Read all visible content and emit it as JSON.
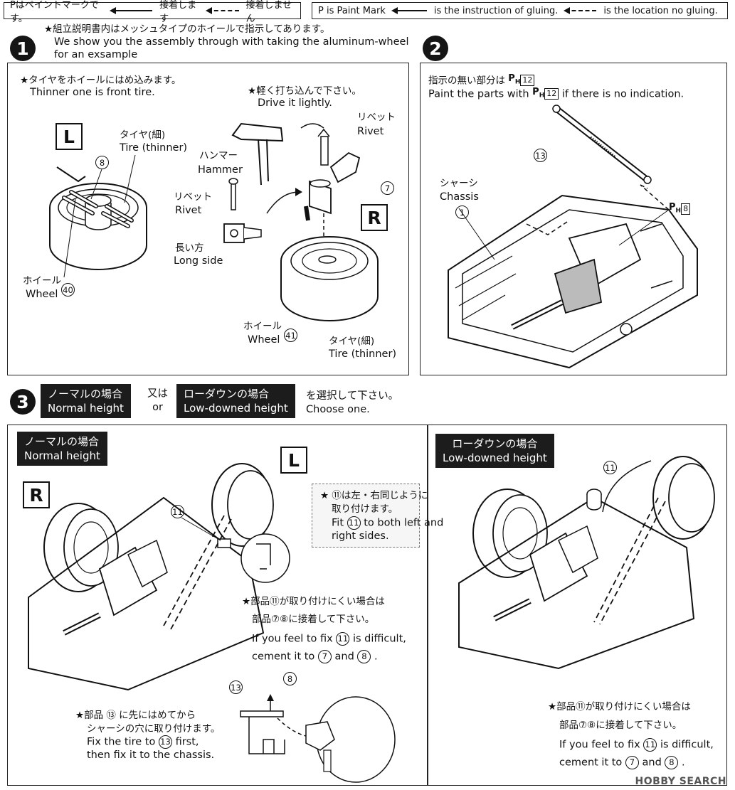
{
  "legend_jp": {
    "paint": "Pはペイントマークです。",
    "glue": "接着します",
    "noglue": "接着しません"
  },
  "legend_en": {
    "paint": "P is Paint Mark",
    "glue": "is the instruction of gluing.",
    "noglue": "is the location no gluing."
  },
  "step1": {
    "num": "1",
    "note_jp": "★組立説明書内はメッシュタイプのホイールで指示してあります。",
    "note_en_1": "We show you the assembly through with taking the aluminum-wheel",
    "note_en_2": "for an exsample",
    "tire_jp": "★タイヤをホイールにはめ込みます。",
    "tire_en": "Thinner one is front tire.",
    "L": "L",
    "R": "R",
    "tire_thin_jp": "タイヤ(細)",
    "tire_thin_en": "Tire (thinner)",
    "wheel_jp": "ホイール",
    "wheel_en": "Wheel",
    "drive_jp": "★軽く打ち込んで下さい。",
    "drive_en": "Drive it lightly.",
    "hammer_jp": "ハンマー",
    "hammer_en": "Hammer",
    "rivet_jp": "リベット",
    "rivet_en": "Rivet",
    "long_jp": "長い方",
    "long_en": "Long side",
    "p8": "8",
    "p7": "7",
    "p40": "40",
    "p41": "41"
  },
  "step2": {
    "num": "2",
    "note_jp_a": "指示の無い部分は",
    "note_en_a": "Paint the parts with",
    "note_en_b": "if there is no indication.",
    "color12": "12",
    "color8": "8",
    "p_label": "P",
    "h_label": "H",
    "p13": "13",
    "p1": "1",
    "chassis_jp": "シャーシ",
    "chassis_en": "Chassis"
  },
  "step3": {
    "num": "3",
    "normal_jp": "ノーマルの場合",
    "normal_en": "Normal height",
    "or_jp": "又は",
    "or_en": "or",
    "low_jp": "ローダウンの場合",
    "low_en": "Low-downed height",
    "choose_jp": "を選択して下さい。",
    "choose_en": "Choose one.",
    "R": "R",
    "L": "L",
    "p11": "11",
    "p13": "13",
    "p8": "8",
    "p7": "7",
    "fit_jp_1": "★ ⑪は左・右同じように",
    "fit_jp_2": "取り付けます。",
    "fit_en_1": "Fit",
    "fit_en_1b": "to both left and",
    "fit_en_2": "right sides.",
    "diff_jp_1": "★部品⑪が取り付けにくい場合は",
    "diff_jp_2": "部品⑦⑧に接着して下さい。",
    "diff_en_1": "If you feel to fix",
    "diff_en_1b": "is difficult,",
    "diff_en_2": "cement it to",
    "diff_en_and": "and",
    "tire13_jp_1": "★部品 ⑬ に先にはめてから",
    "tire13_jp_2": "シャーシの穴に取り付けます。",
    "tire13_en_1a": "Fix the tire to",
    "tire13_en_1b": "first,",
    "tire13_en_2": "then fix it to the chassis.",
    "low_diff_jp_1": "★部品⑪が取り付けにくい場合は",
    "low_diff_jp_2": "部品⑦⑧に接着して下さい。"
  },
  "watermark": "HOBBY SEARCH"
}
